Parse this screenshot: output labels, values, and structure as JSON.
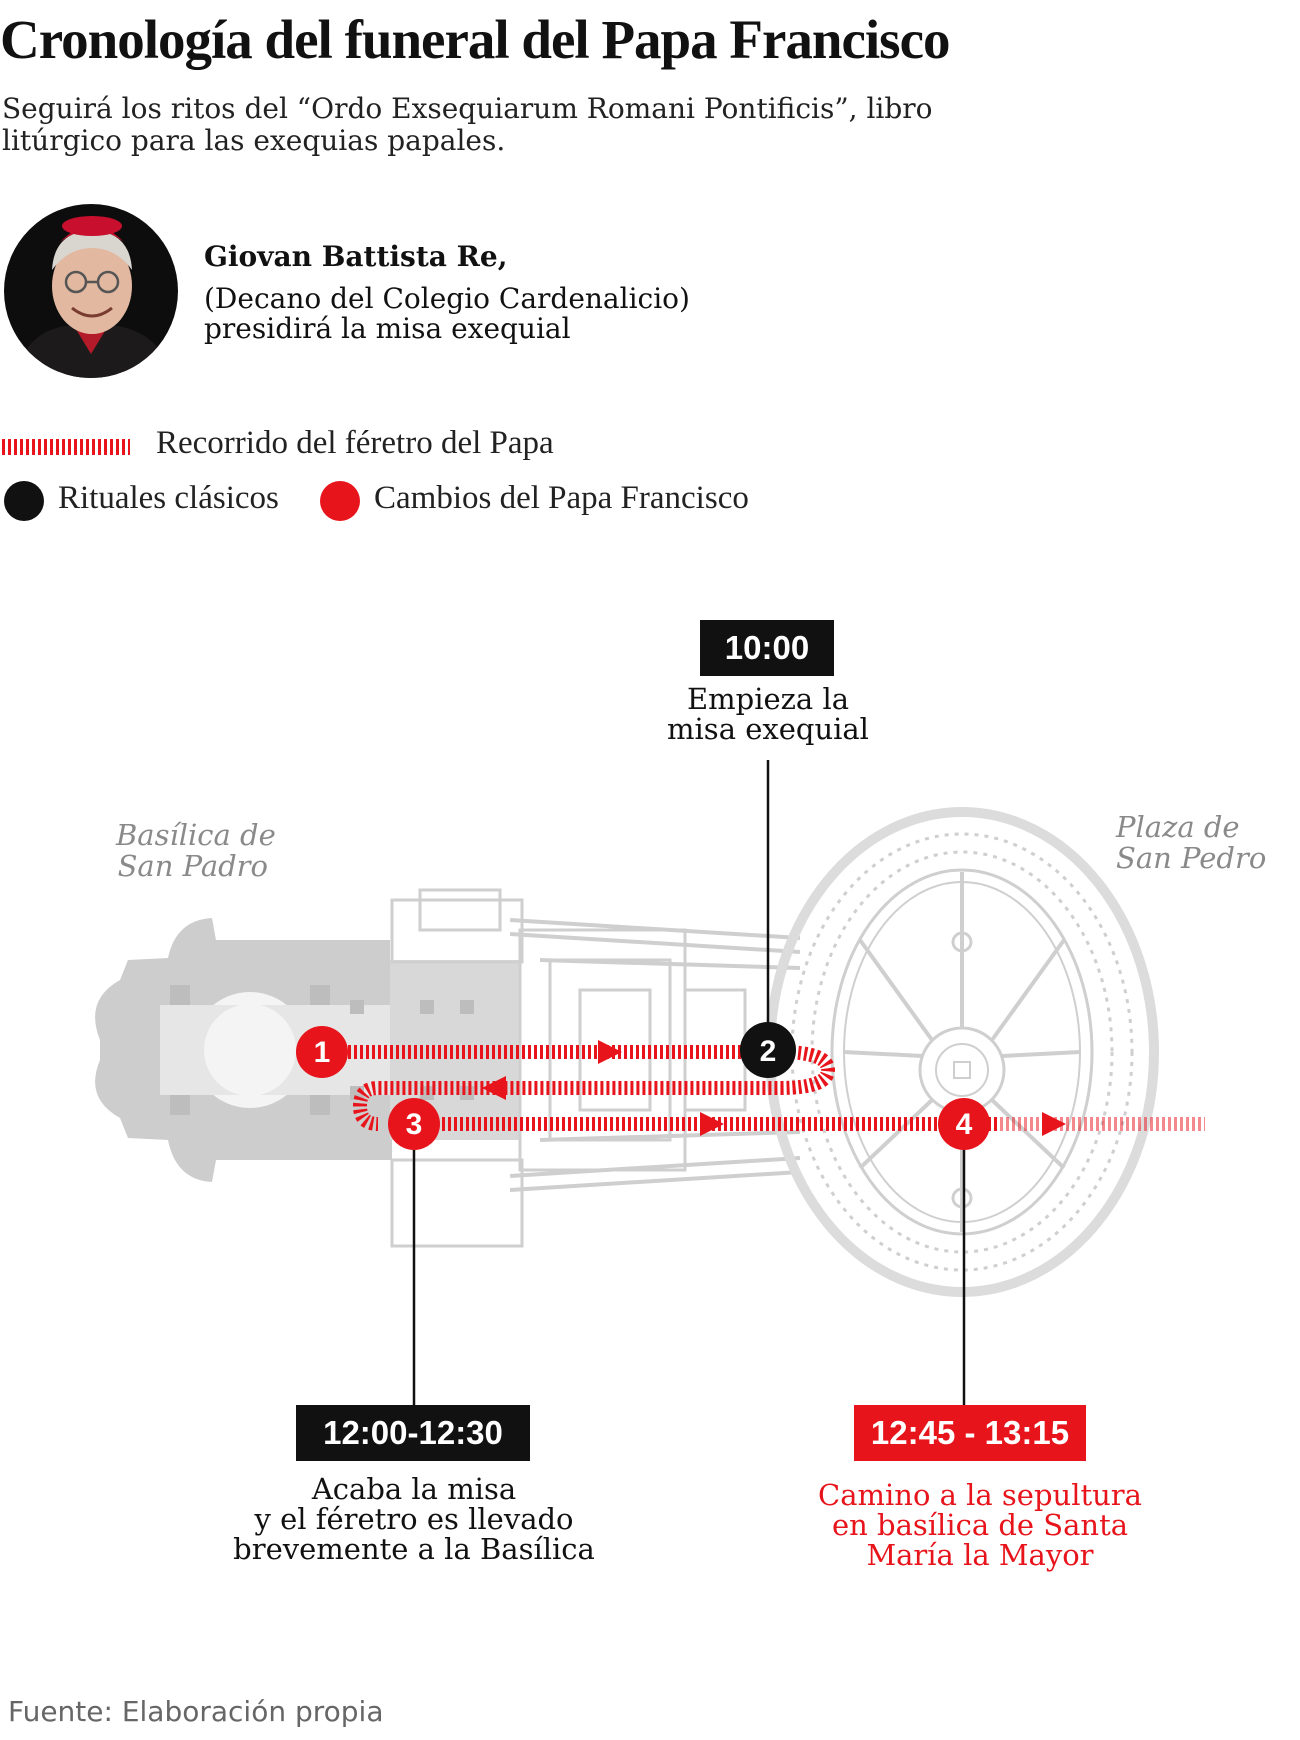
{
  "header": {
    "title": "Cronología del funeral del Papa Francisco",
    "subtitle_line1": "Seguirá los ritos del “Ordo Exsequiarum Romani Pontificis”, libro",
    "subtitle_line2": "litúrgico para las exequias papales."
  },
  "person": {
    "name": "Giovan Battista Re,",
    "role": "(Decano del Colegio Cardenalicio)",
    "action": "presidirá la misa exequial"
  },
  "legend": {
    "route": "Recorrido del féretro del Papa",
    "classic": "Rituales clásicos",
    "changes": "Cambios del Papa Francisco"
  },
  "colors": {
    "red": "#e8141b",
    "black": "#111111",
    "gray": "#c9c9c9"
  },
  "places": {
    "basilica_line1": "Basílica de",
    "basilica_line2": "San Padro",
    "plaza_line1": "Plaza de",
    "plaza_line2": "San Pedro"
  },
  "steps": [
    {
      "number": "1",
      "kind": "changes"
    },
    {
      "number": "2",
      "kind": "classic",
      "time": "10:00",
      "desc_line1": "Empieza la",
      "desc_line2": "misa exequial"
    },
    {
      "number": "3",
      "kind": "changes",
      "time": "12:00-12:30",
      "desc_line1": "Acaba la misa",
      "desc_line2": "y el féretro es llevado",
      "desc_line3": "brevemente a la Basílica"
    },
    {
      "number": "4",
      "kind": "changes",
      "time": "12:45 - 13:15",
      "desc_line1": "Camino a la sepultura",
      "desc_line2": "en basílica de Santa",
      "desc_line3": "María la Mayor"
    }
  ],
  "footer": {
    "source": "Fuente: Elaboración propia"
  }
}
